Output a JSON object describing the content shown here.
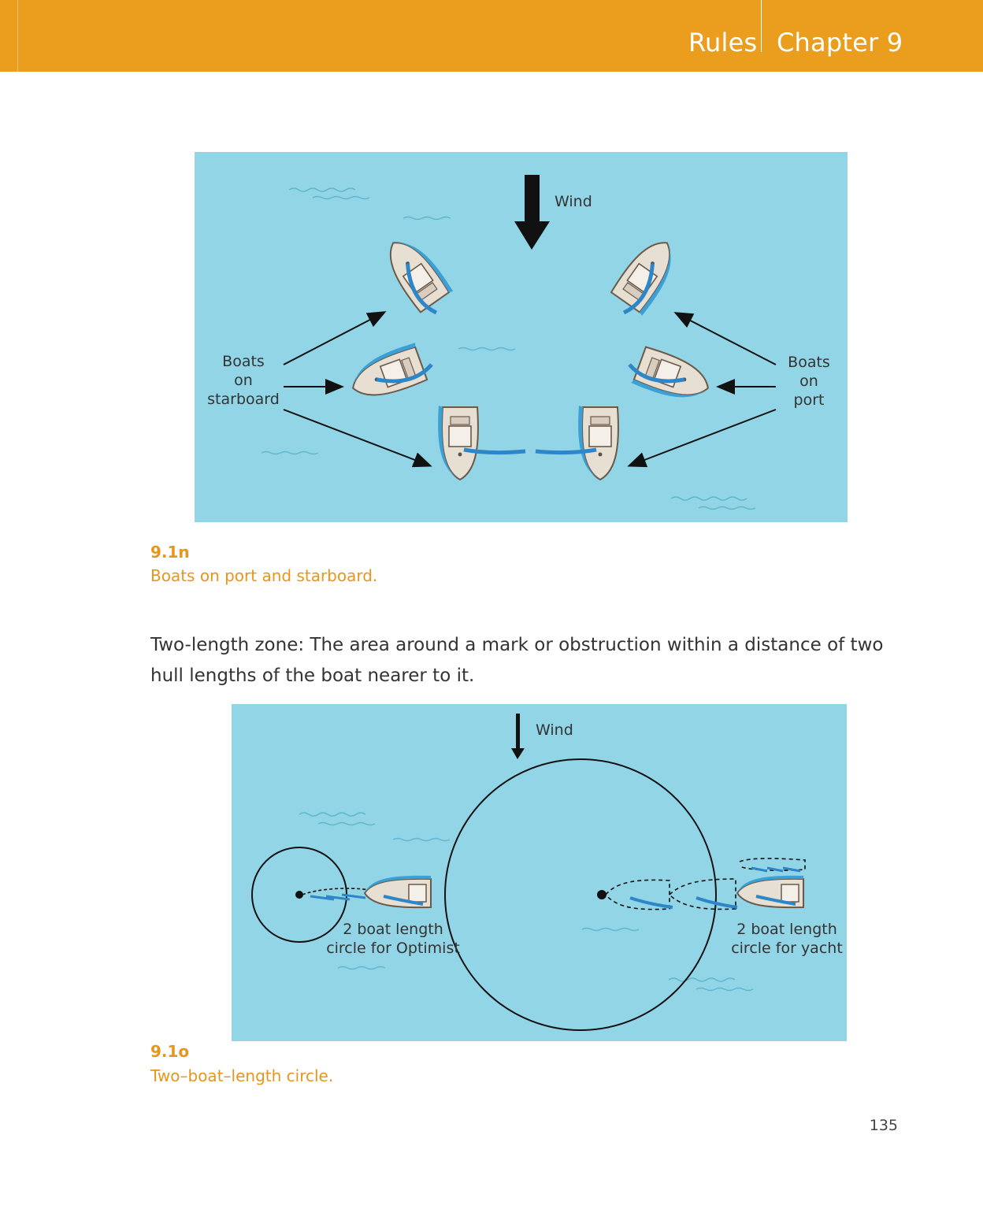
{
  "header": {
    "section": "Rules",
    "chapter": "Chapter 9"
  },
  "figure_n": {
    "wind_label": "Wind",
    "starboard_label": [
      "Boats",
      "on",
      "starboard"
    ],
    "port_label": [
      "Boats",
      "on",
      "port"
    ],
    "caption_id": "9.1n",
    "caption_text": "Boats on port and starboard."
  },
  "body_text": "Two-length zone: The area around a mark or obstruction within a distance of two hull lengths of the boat nearer to it.",
  "figure_o": {
    "wind_label": "Wind",
    "optimist_label": [
      "2 boat length",
      "circle for Optimist"
    ],
    "yacht_label": [
      "2 boat length",
      "circle for yacht"
    ],
    "caption_id": "9.1o",
    "caption_text": "Two–boat–length circle."
  },
  "page_number": "135",
  "colors": {
    "header": "#eb9d1e",
    "water": "#92d5e6",
    "caption": "#e8961b",
    "hull": "#e6dcd0",
    "sail": "#5aa9e0"
  }
}
